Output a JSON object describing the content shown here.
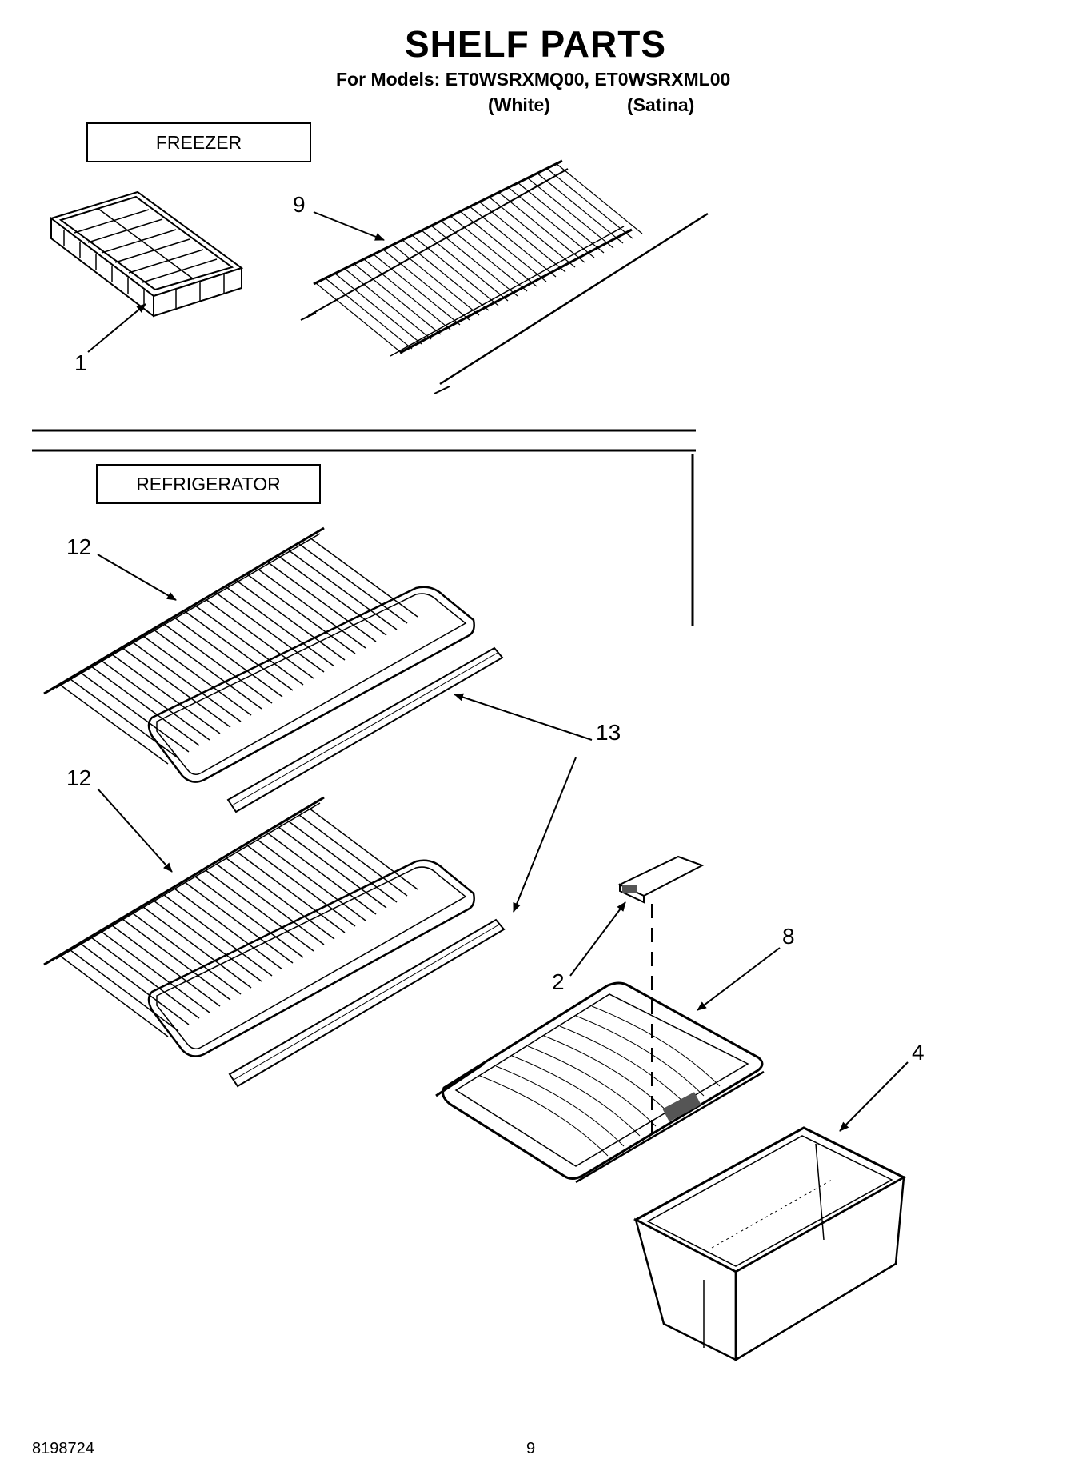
{
  "header": {
    "title": "SHELF PARTS",
    "models_line": "For Models: ET0WSRXMQ00, ET0WSRXML00",
    "variant_white": "(White)",
    "variant_satina": "(Satina)"
  },
  "sections": {
    "freezer": "FREEZER",
    "refrigerator": "REFRIGERATOR"
  },
  "callouts": {
    "c1": "1",
    "c9": "9",
    "c12a": "12",
    "c12b": "12",
    "c13": "13",
    "c2": "2",
    "c8": "8",
    "c4": "4"
  },
  "footer": {
    "doc_number": "8198724",
    "page_number": "9"
  }
}
